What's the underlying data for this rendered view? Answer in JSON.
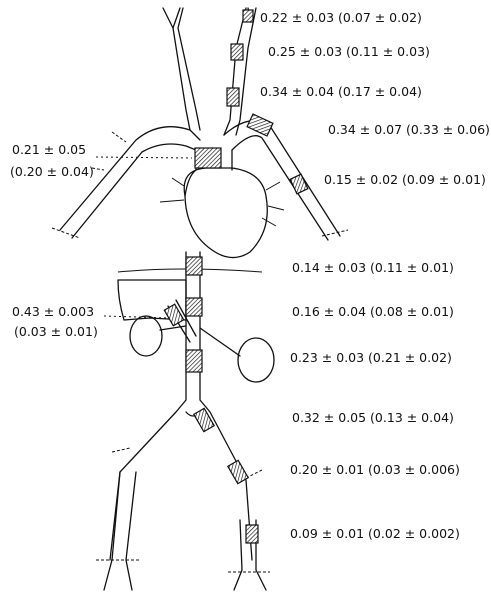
{
  "measurements": [
    {
      "id": "carotid-upper",
      "label": "0.22 ± 0.03  (0.07 ± 0.02)"
    },
    {
      "id": "carotid-mid",
      "label": "0.25 ± 0.03  (0.11 ± 0.03)"
    },
    {
      "id": "carotid-lower",
      "label": "0.34 ± 0.04  (0.17 ± 0.04)"
    },
    {
      "id": "subclavian",
      "label": "0.34 ± 0.07  (0.33 ± 0.06)"
    },
    {
      "id": "brachial",
      "label": "0.15 ± 0.02  (0.09 ± 0.01)"
    },
    {
      "id": "aortic-arch-a",
      "label": "0.21 ± 0.05"
    },
    {
      "id": "aortic-arch-b",
      "label": "(0.20 ± 0.04)"
    },
    {
      "id": "thoracic-aorta",
      "label": "0.14 ± 0.03  (0.11 ± 0.01)"
    },
    {
      "id": "coeliac-a",
      "label": "0.43 ± 0.003"
    },
    {
      "id": "coeliac-b",
      "label": "(0.03 ± 0.01)"
    },
    {
      "id": "suprarenal-aorta",
      "label": "0.16 ± 0.04  (0.08 ± 0.01)"
    },
    {
      "id": "infrarenal-aorta",
      "label": "0.23 ± 0.03  (0.21 ± 0.02)"
    },
    {
      "id": "aortic-bifurcation",
      "label": "0.32 ± 0.05  (0.13 ± 0.04)"
    },
    {
      "id": "iliac",
      "label": "0.20 ± 0.01  (0.03 ± 0.006)"
    },
    {
      "id": "femoral",
      "label": "0.09 ± 0.01  (0.02 ± 0.002)"
    }
  ]
}
